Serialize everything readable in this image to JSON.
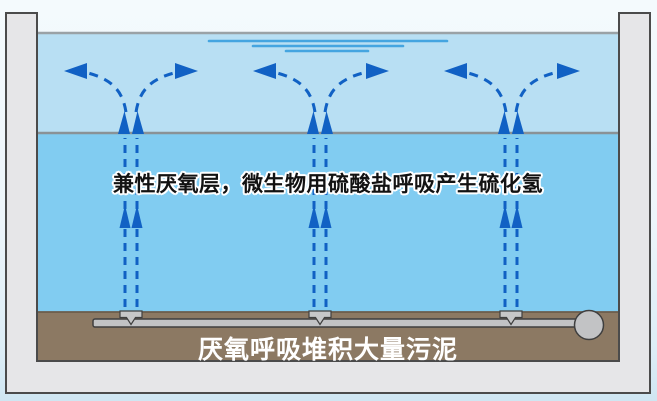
{
  "diagram": {
    "labels": {
      "facultative_layer": "兼性厌氧层，微生物用硫酸盐呼吸产生硫化氢",
      "sludge_layer": "厌氧呼吸堆积大量污泥"
    },
    "layers": [
      {
        "name": "upper-aerated-water",
        "color": "#b8dff3"
      },
      {
        "name": "facultative-anaerobic-layer",
        "color": "#81ccf1"
      },
      {
        "name": "sludge-bed",
        "color": "#8c7963"
      }
    ],
    "colors": {
      "arrow_blue": "#1161c4",
      "ripple_blue": "#45a5e0",
      "concrete_gray": "#e6e6e8",
      "pipe_gray": "#c2c3c5",
      "background": "#e9f3f9"
    },
    "elements": {
      "bubble_plume_count": 3,
      "diffuser_count": 3,
      "surface_ripple_count": 3
    }
  }
}
